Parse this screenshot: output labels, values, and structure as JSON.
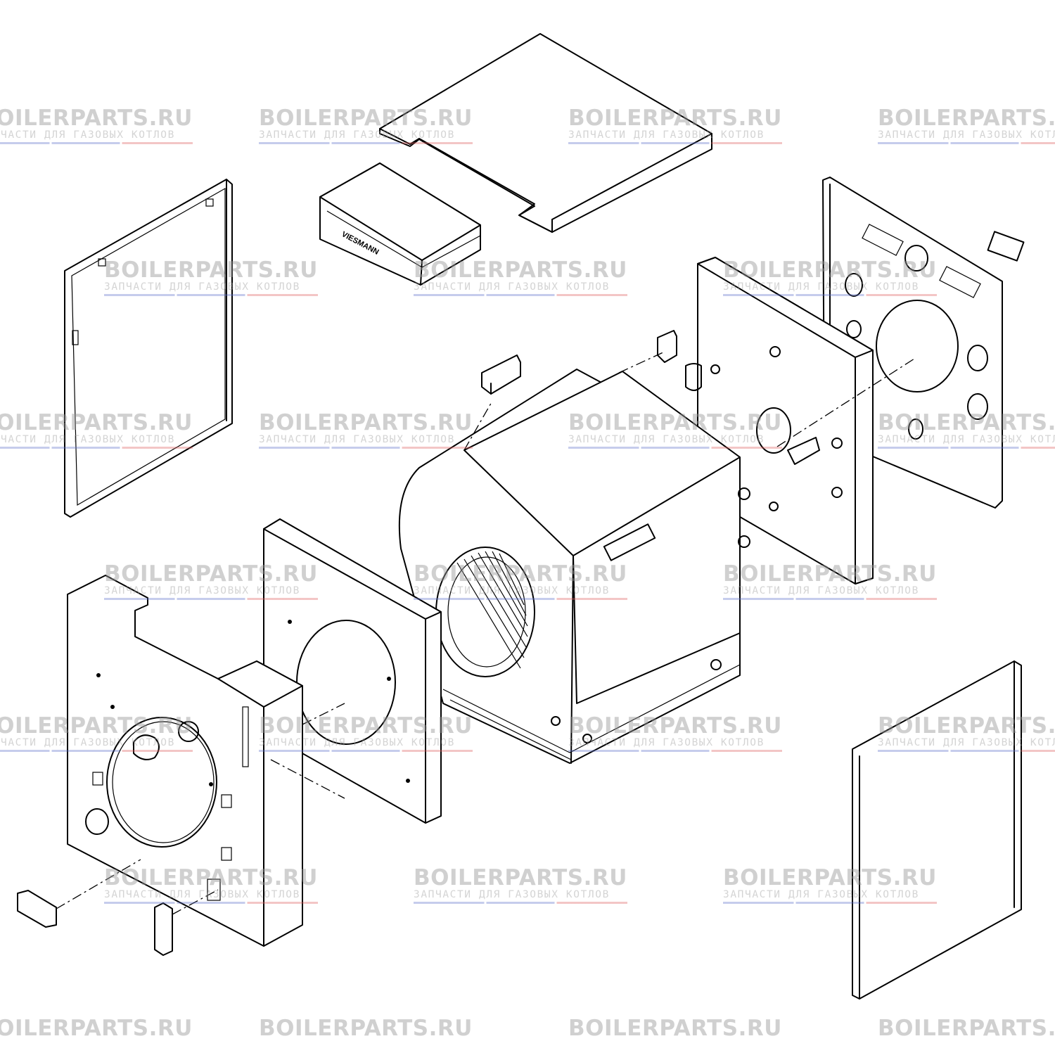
{
  "colors": {
    "highlight": "#f7f59c",
    "line": "#000000",
    "background": "#ffffff"
  },
  "control_unit": {
    "brand_text": "VIESMANN"
  },
  "watermark": {
    "brand": "BOILERPARTS.RU",
    "subtitle": "ЗАПЧАСТИ ДЛЯ ГАЗОВЫХ КОТЛОВ"
  }
}
